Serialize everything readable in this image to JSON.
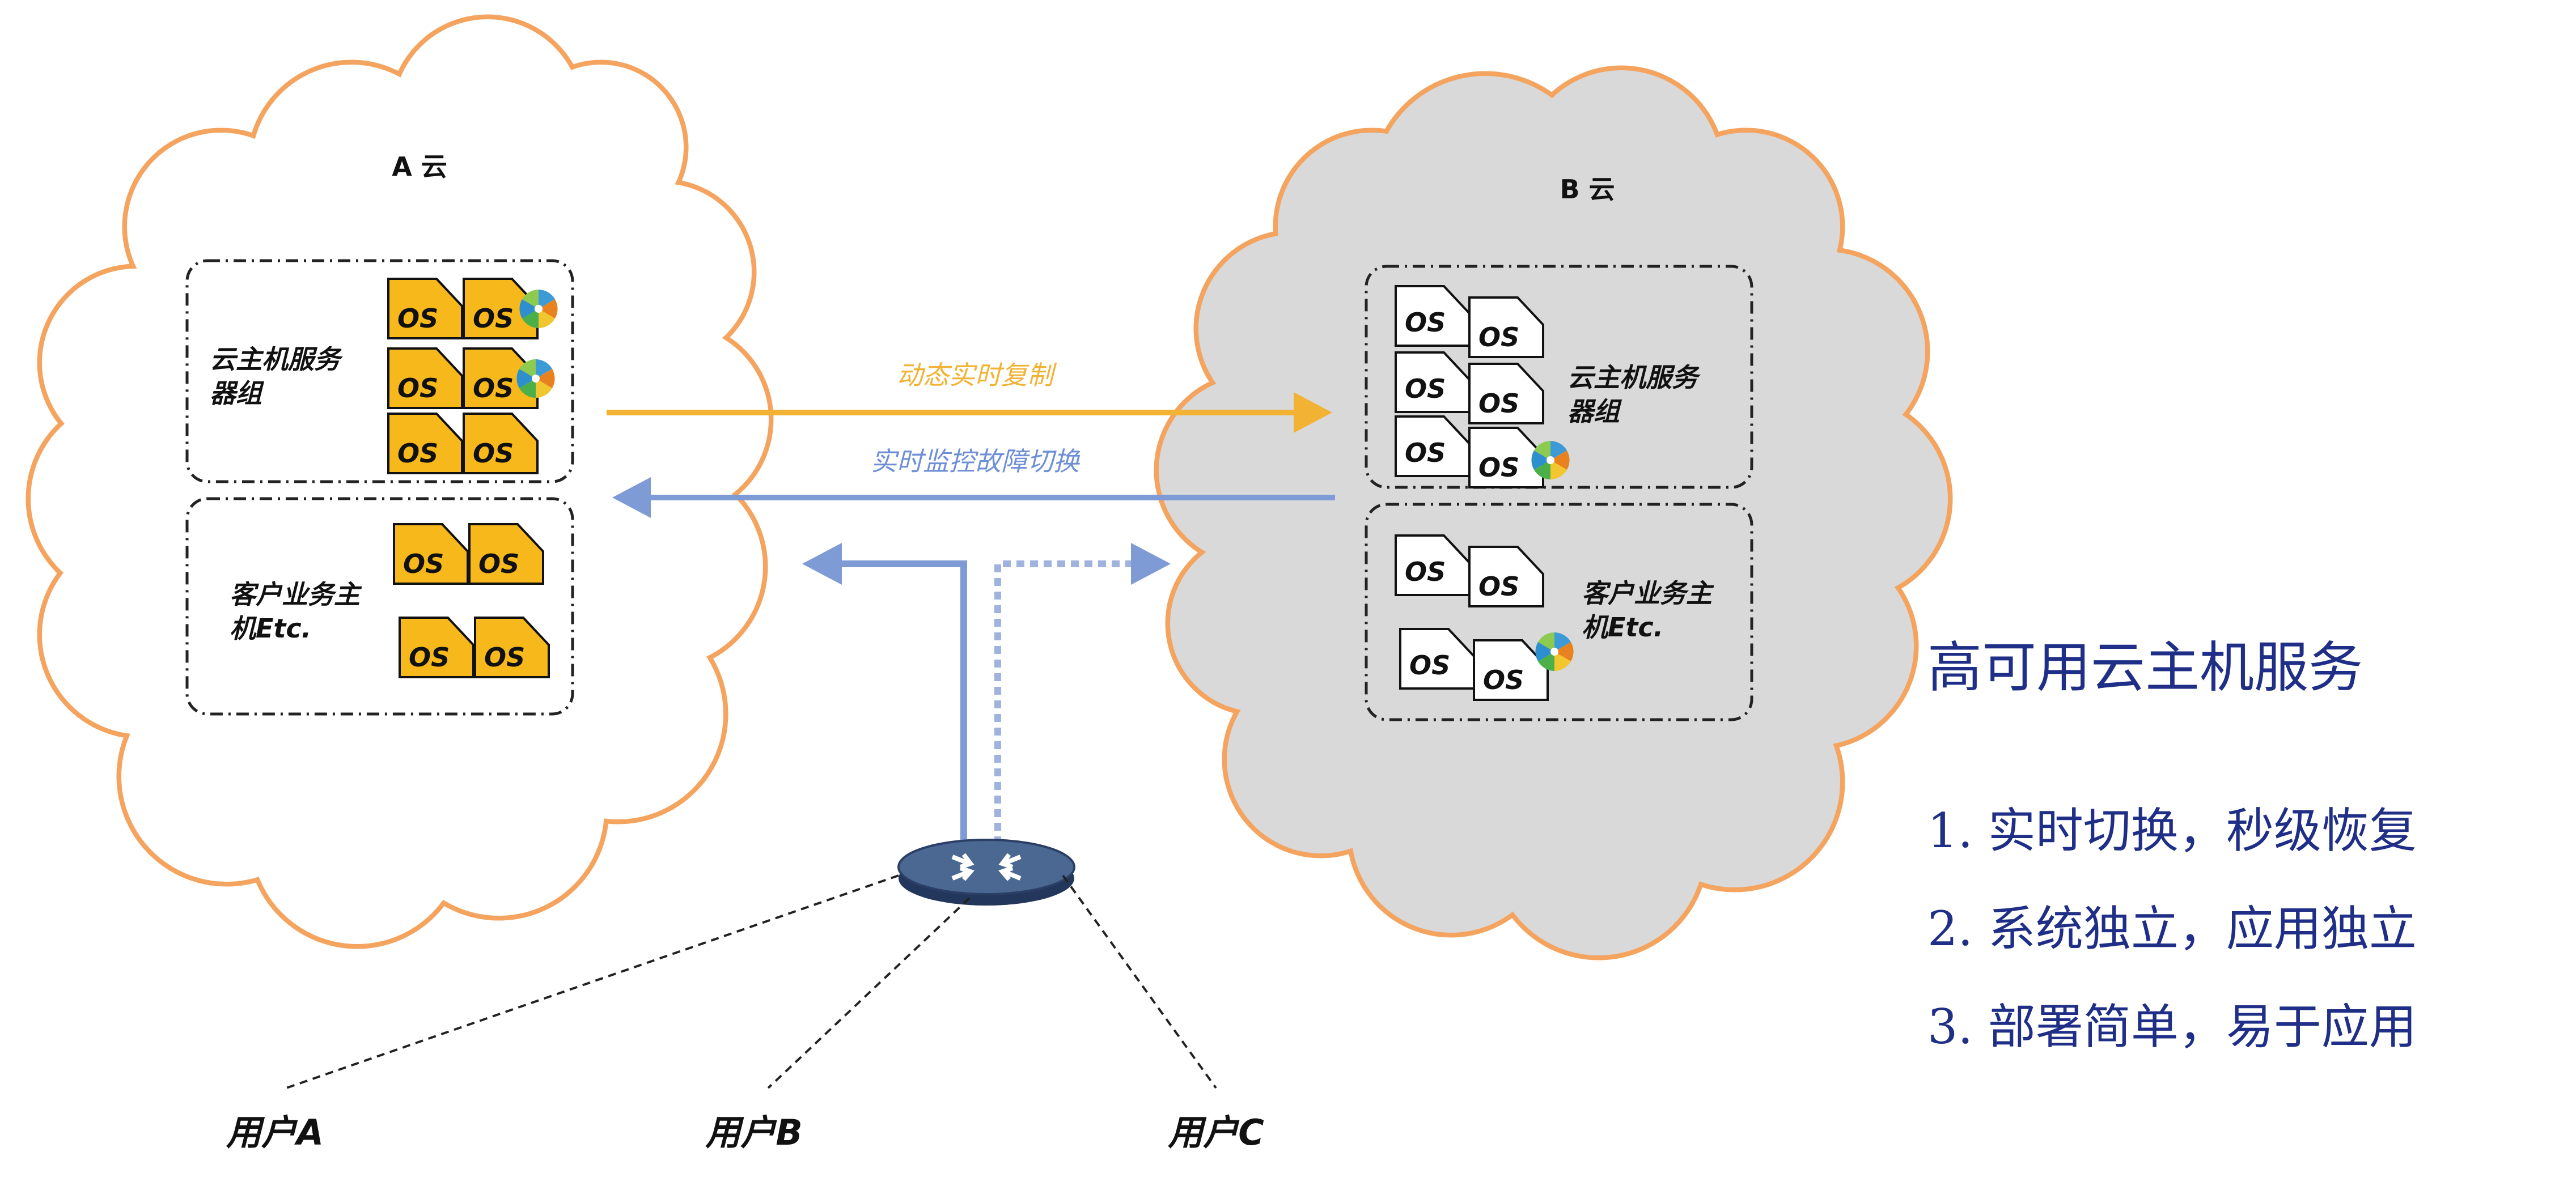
{
  "cloud_a": {
    "title": "A 云",
    "server_group_label_1": "云主机服务",
    "server_group_label_2": "器组",
    "customer_label_1": "客户业务主",
    "customer_label_2": "机Etc."
  },
  "cloud_b": {
    "title": "B 云",
    "server_group_label_1": "云主机服务",
    "server_group_label_2": "器组",
    "customer_label_1": "客户业务主",
    "customer_label_2": "机Etc."
  },
  "os_label": "OS",
  "arrows": {
    "replication": "动态实时复制",
    "failover": "实时监控故障切换"
  },
  "users": {
    "a": "用户A",
    "b": "用户B",
    "c": "用户C"
  },
  "side_panel": {
    "title": "高可用云主机服务",
    "items": [
      "1. 实时切换，秒级恢复",
      "2. 系统独立，应用独立",
      "3. 部署简单，易于应用"
    ]
  },
  "colors": {
    "cloud_outline": "#F4A45F",
    "cloud_b_fill": "#D9D9D9",
    "os_yellow": "#F6B81A",
    "arrow_yellow": "#F2B234",
    "arrow_blue": "#7E9BD6",
    "panel_text": "#1F2E86"
  },
  "icons": [
    "cloud-icon",
    "os-icon",
    "pinwheel-icon",
    "router-icon"
  ]
}
